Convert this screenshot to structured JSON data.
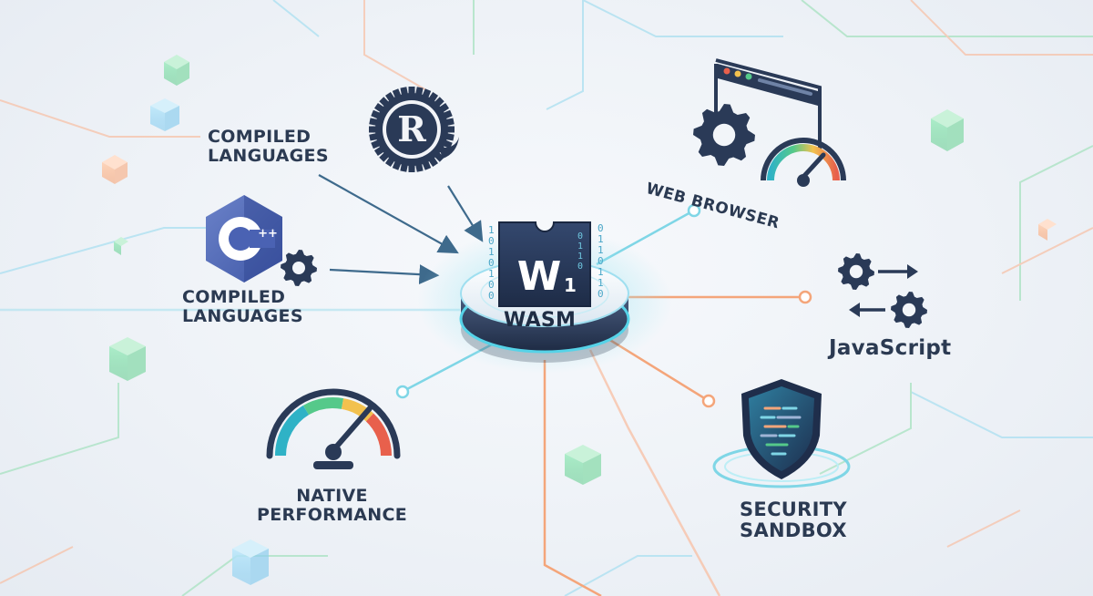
{
  "hub": {
    "logo_text": "W",
    "logo_subscript": "1",
    "label": "WASM",
    "binary_left": [
      "1",
      "0",
      "1",
      "0",
      "1",
      "0",
      "0"
    ],
    "binary_right": [
      "0",
      "1",
      "1",
      "0",
      "1",
      "1",
      "0"
    ]
  },
  "nodes": {
    "rust": {
      "icon": "rust-logo-icon",
      "letter": "R"
    },
    "compiled_top": {
      "line1": "COMPILED",
      "line2": "LANGUAGES"
    },
    "cpp": {
      "icon": "cpp-logo-icon",
      "letter": "C",
      "suffix": "++"
    },
    "compiled_bottom": {
      "line1": "COMPILED",
      "line2": "LANGUAGES"
    },
    "web_browser": {
      "label": "WEB BROWSER",
      "icon": "browser-gear-gauge-icon"
    },
    "javascript": {
      "label": "JavaScript",
      "icon": "gear-exchange-icon"
    },
    "native": {
      "line1": "NATIVE",
      "line2": "PERFORMANCE",
      "icon": "speedometer-icon"
    },
    "security": {
      "line1": "SECURITY",
      "line2": "SANDBOX",
      "icon": "shield-icon"
    }
  },
  "colors": {
    "navy": "#2b3f63",
    "teal": "#40c3d8",
    "orange": "#f49a6a",
    "green": "#7ed9a0",
    "gauge_red": "#e8604c",
    "gauge_yellow": "#f2c14e",
    "gauge_green": "#55c98a",
    "gauge_teal": "#2fb2c6"
  }
}
